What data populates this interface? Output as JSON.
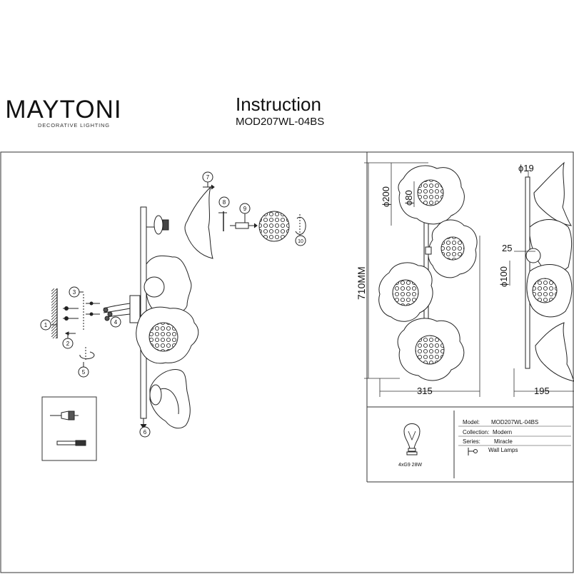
{
  "header": {
    "brand": "MAYTONI",
    "brand_sub": "DECORATIVE LIGHTING",
    "title": "Instruction",
    "model_code": "MOD207WL-04BS"
  },
  "steps": [
    "1",
    "2",
    "3",
    "4",
    "5",
    "6",
    "7",
    "8",
    "9",
    "10"
  ],
  "dimensions": {
    "height": "710MM",
    "width_front": "315",
    "depth_side": "195",
    "shade_diameter": "ϕ200",
    "globe_diameter": "ϕ80",
    "rod_diameter": "ϕ19",
    "canopy_diameter": "ϕ100",
    "canopy_depth": "25"
  },
  "spec": {
    "bulb": "4xG9 28W",
    "model_label": "Model:",
    "model_value": "MOD207WL-04BS",
    "collection_label": "Collection:",
    "collection_value": "Modern",
    "series_label": "Series:",
    "series_value": "Miracle",
    "type_value": "Wall Lamps"
  }
}
